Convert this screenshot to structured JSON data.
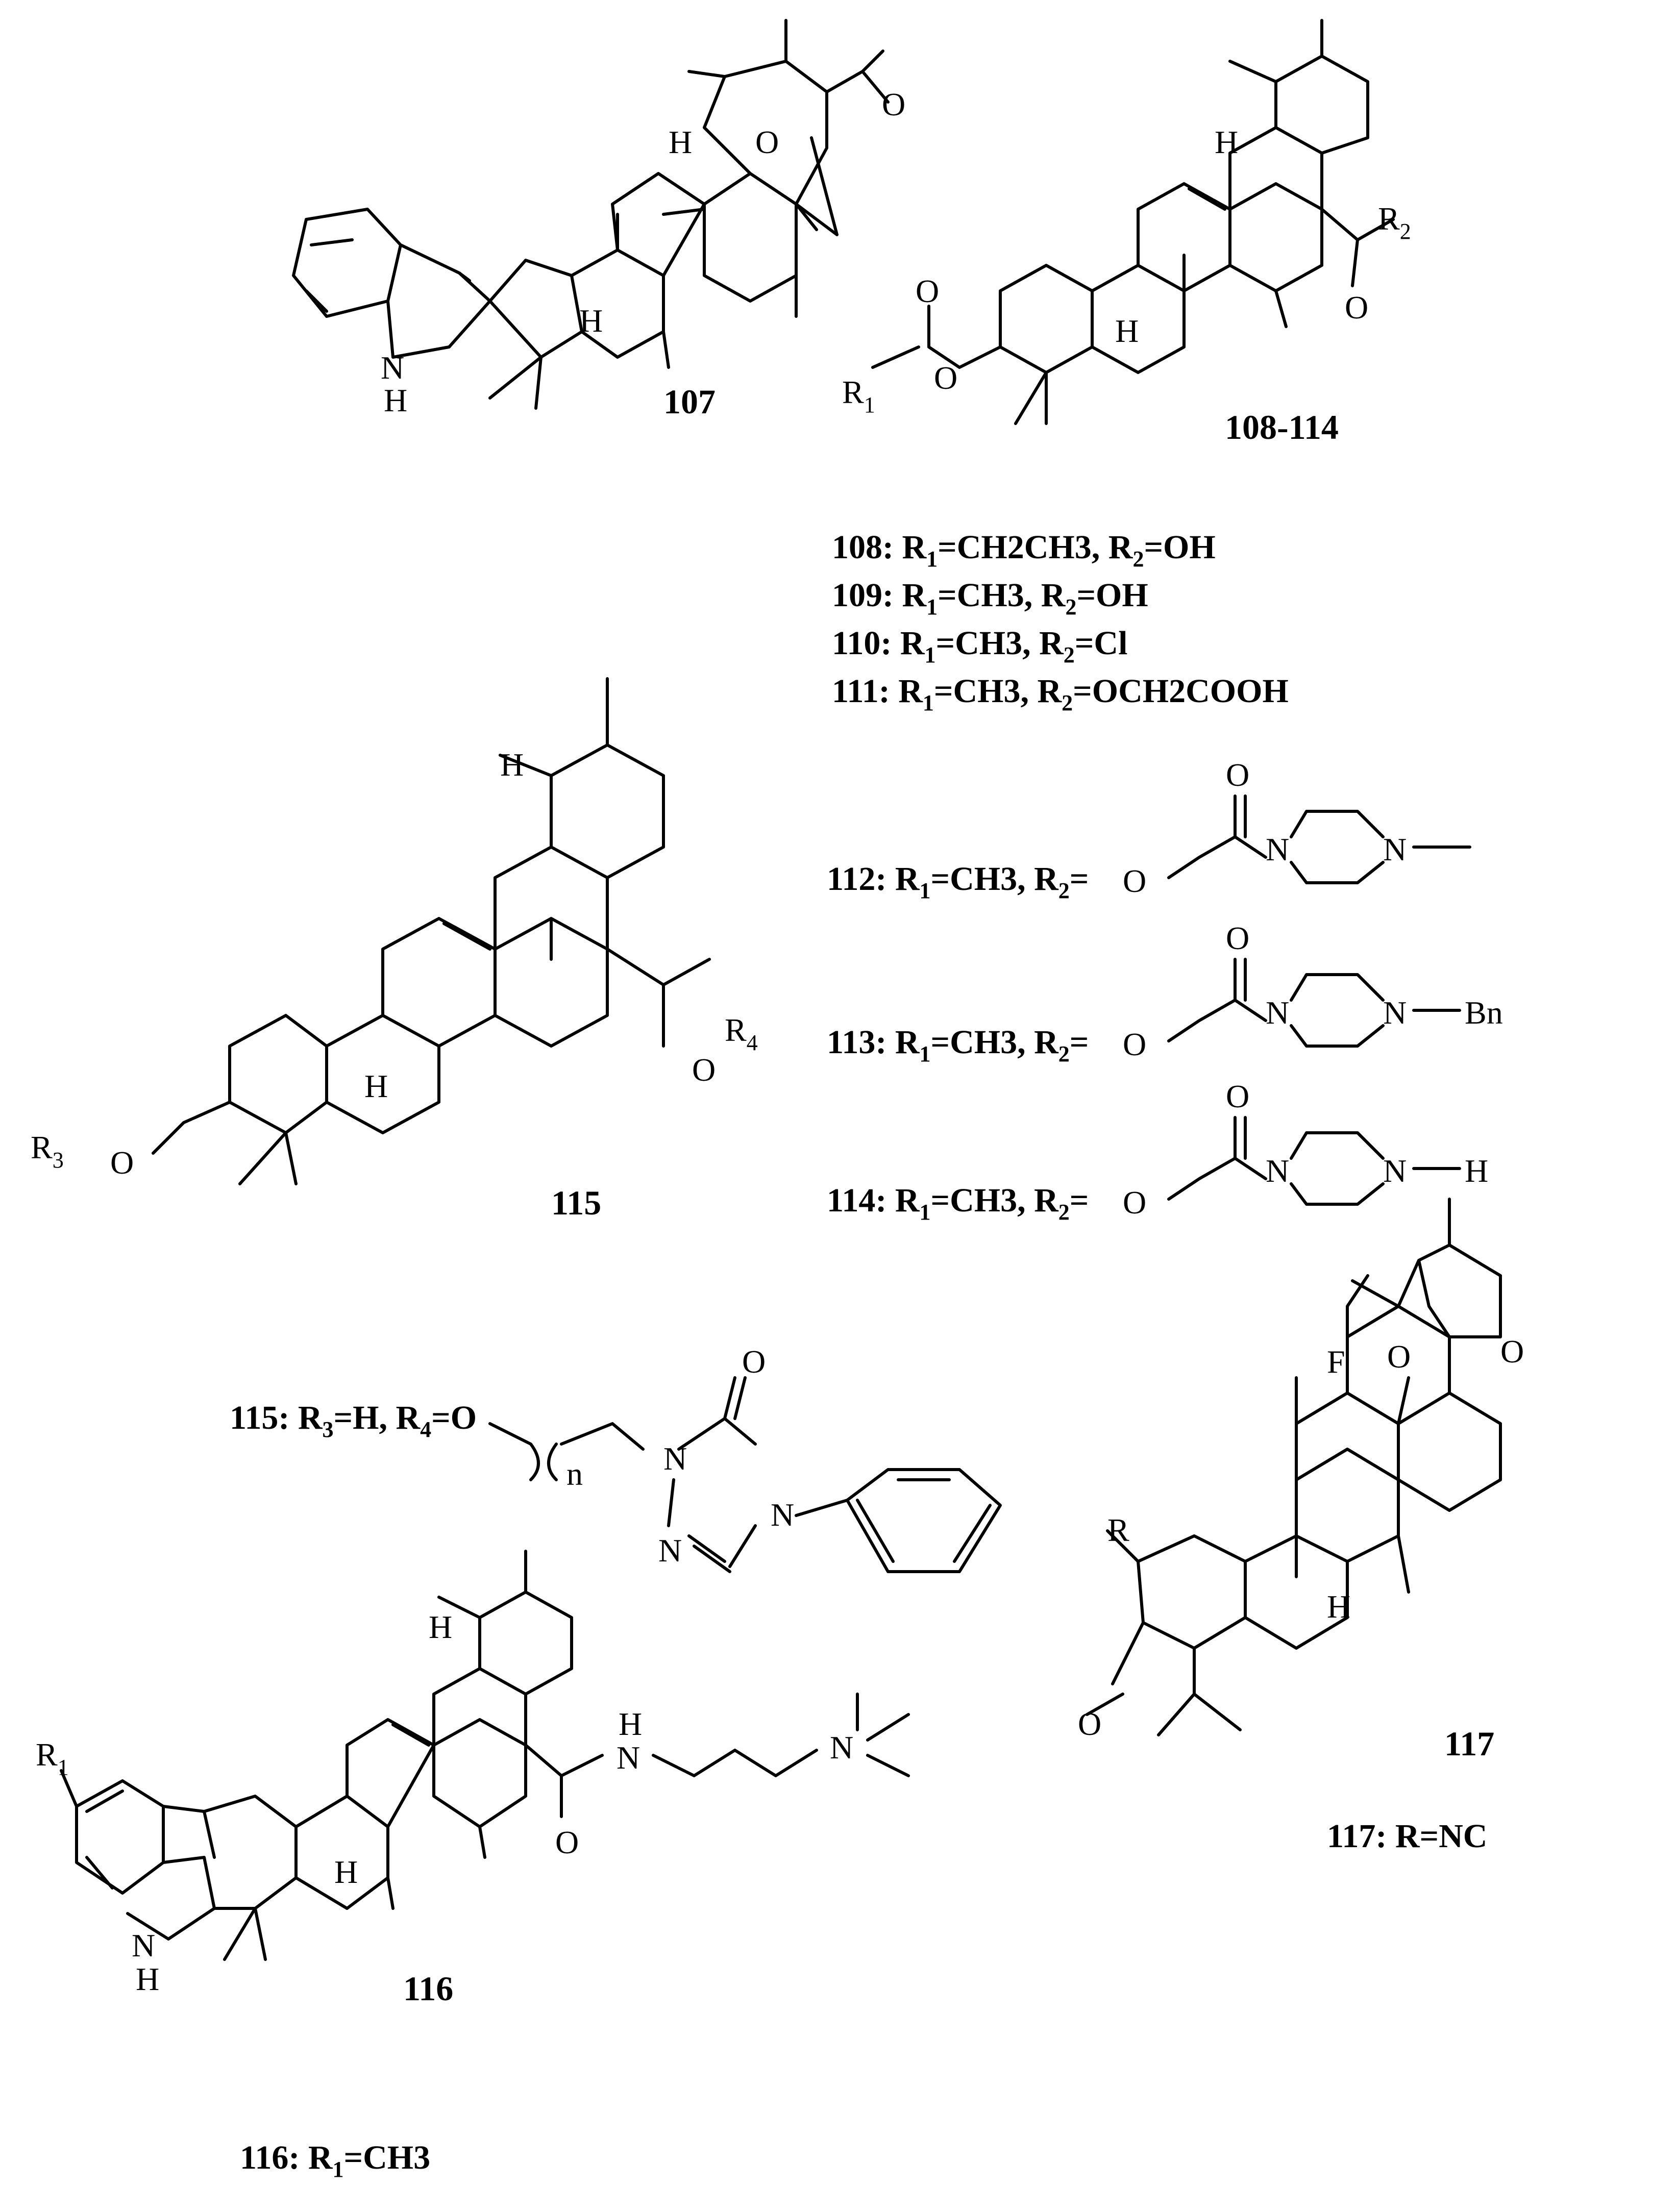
{
  "compounds": {
    "c107": {
      "number": "107"
    },
    "c108_114": {
      "number": "108-114"
    },
    "c115": {
      "number": "115"
    },
    "c116": {
      "number": "116"
    },
    "c117": {
      "number": "117"
    }
  },
  "definitions": {
    "d108": {
      "id": "108",
      "r1": "CH2CH3",
      "r2": "OH"
    },
    "d109": {
      "id": "109",
      "r1": "CH3",
      "r2": "OH"
    },
    "d110": {
      "id": "110",
      "r1": "CH3",
      "r2": "Cl"
    },
    "d111": {
      "id": "111",
      "r1": "CH3",
      "r2": "OCH2COOH"
    },
    "d112": {
      "id": "112",
      "r1": "CH3",
      "r2_amine_terminal": "—"
    },
    "d113": {
      "id": "113",
      "r1": "CH3",
      "r2_amine_terminal": "Bn"
    },
    "d114": {
      "id": "114",
      "r1": "CH3",
      "r2_amine_terminal": "H"
    },
    "d115": {
      "id": "115",
      "r3": "H",
      "r4": "O",
      "linker": "n"
    },
    "d116": {
      "id": "116",
      "r1": "CH3"
    },
    "d117": {
      "id": "117",
      "r": "NC"
    }
  },
  "labels": {
    "oxygen": "O",
    "nitrogen": "N",
    "hydrogen": "H",
    "fluorine": "F",
    "r": "R",
    "n": "n",
    "bn": "Bn"
  }
}
